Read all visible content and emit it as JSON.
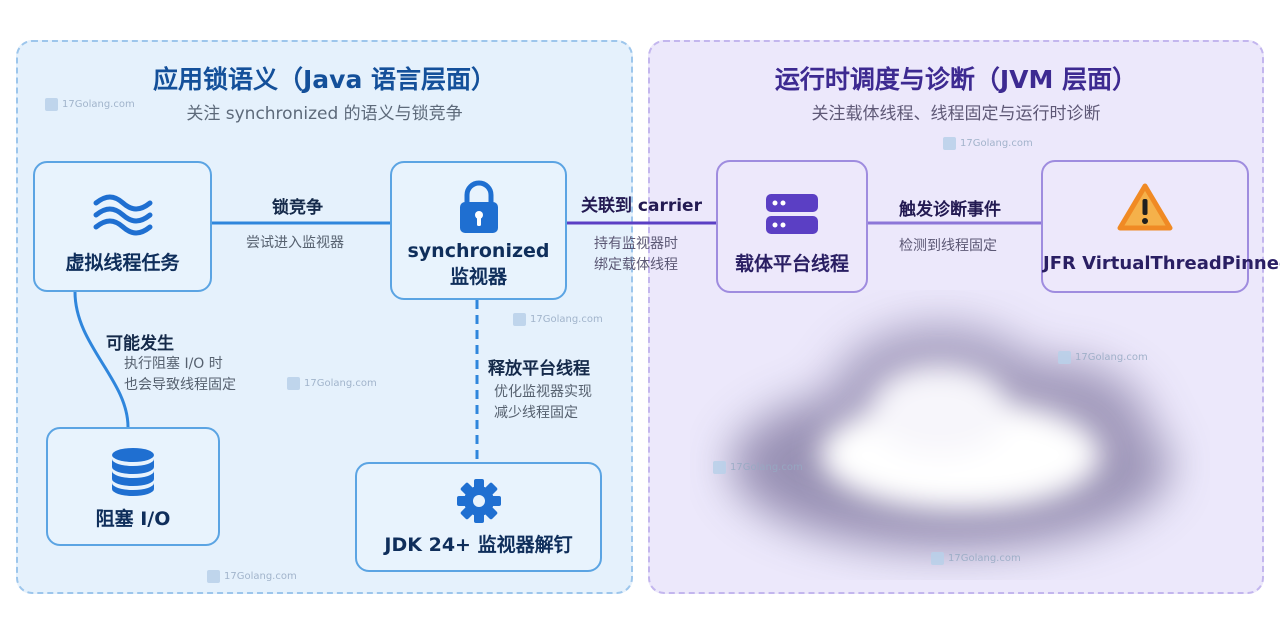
{
  "left_panel": {
    "title": "应用锁语义（Java 语言层面）",
    "subtitle": "关注 synchronized 的语义与锁竞争"
  },
  "right_panel": {
    "title": "运行时调度与诊断（JVM 层面）",
    "subtitle": "关注载体线程、线程固定与运行时诊断"
  },
  "nodes": {
    "virtual_thread_task": {
      "label": "虚拟线程任务",
      "icon": "waves-icon"
    },
    "sync_monitor": {
      "line1": "synchronized",
      "line2": "监视器",
      "icon": "lock-icon"
    },
    "carrier_thread": {
      "label": "载体平台线程",
      "icon": "server-icon"
    },
    "jfr_event": {
      "label": "JFR VirtualThreadPinned",
      "icon": "warning-icon"
    },
    "blocking_io": {
      "label": "阻塞 I/O",
      "icon": "database-icon"
    },
    "jdk24_unpin": {
      "label": "JDK 24+ 监视器解钉",
      "icon": "gear-icon"
    }
  },
  "edges": {
    "lock_contention": {
      "label": "锁竞争",
      "desc": "尝试进入监视器"
    },
    "link_carrier": {
      "label": "关联到 carrier",
      "desc_line1": "持有监视器时",
      "desc_line2": "绑定载体线程"
    },
    "trigger_diagnosis": {
      "label": "触发诊断事件",
      "desc": "检测到线程固定"
    },
    "may_occur": {
      "label": "可能发生",
      "desc_line1": "执行阻塞 I/O 时",
      "desc_line2": "也会导致线程固定"
    },
    "release_platform": {
      "label": "释放平台线程",
      "desc_line1": "优化监视器实现",
      "desc_line2": "减少线程固定"
    }
  },
  "watermark": "17Golang.com",
  "colors": {
    "left_panel_bg": "#e5f1fc",
    "right_panel_bg": "#ece8fb",
    "blue_accent": "#1f6fd1",
    "purple_accent": "#5b3fc4",
    "warning_accent": "#f08a24"
  }
}
